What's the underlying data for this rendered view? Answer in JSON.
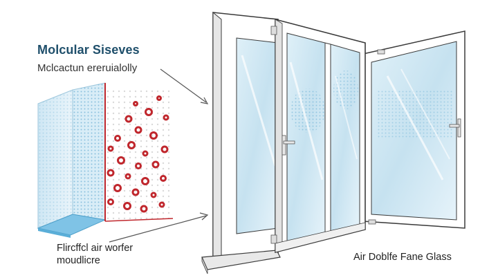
{
  "labels": {
    "title": "Molcular Siseves",
    "subtitle": "Mclcactun ereruialolly",
    "left_caption_line1": "Flircffcl air worfer",
    "left_caption_line2": "moudlicre",
    "right_caption": "Air Doblfe Fane Glass"
  },
  "colors": {
    "frame": "#ffffff",
    "frame_stroke": "#3a3a3a",
    "glass": "#cfe6f2",
    "glass_light": "#eaf5fb",
    "molecule_red": "#c0272d",
    "sieve_blue": "#7fc3e6",
    "dots_blue": "#6fb2d6",
    "title_color": "#1f4f6b"
  },
  "icons": {
    "handle": "door-handle-icon",
    "hinge": "hinge-icon"
  }
}
